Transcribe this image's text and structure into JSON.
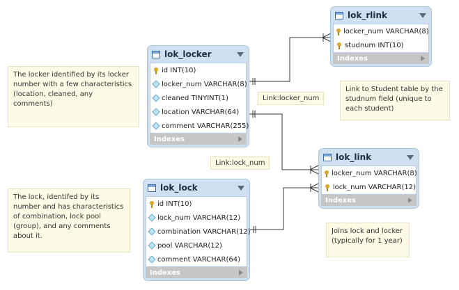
{
  "notes": {
    "locker": "The locker identified by its locker number with a few characteristics (location, cleaned, any comments)",
    "lock": "The lock, identifed by its number and has characteristics of combination, lock pool (group), and any comments about it.",
    "rlink": "Link to Student table by the studnum field (unique to each student)",
    "link": "Joins lock and locker (typically for 1 year)"
  },
  "labels": {
    "locker_num": "Link:locker_num",
    "lock_num": "Link:lock_num"
  },
  "tables": {
    "lok_locker": {
      "name": "lok_locker",
      "columns": [
        {
          "text": "id INT(10)",
          "icon": "key-icon"
        },
        {
          "text": "locker_num VARCHAR(8)",
          "icon": "column-icon"
        },
        {
          "text": "cleaned TINYINT(1)",
          "icon": "column-icon"
        },
        {
          "text": "location VARCHAR(64)",
          "icon": "column-icon"
        },
        {
          "text": "comment VARCHAR(255)",
          "icon": "column-icon"
        }
      ],
      "indexes": "Indexes"
    },
    "lok_lock": {
      "name": "lok_lock",
      "columns": [
        {
          "text": "id INT(10)",
          "icon": "key-icon"
        },
        {
          "text": "lock_num VARCHAR(12)",
          "icon": "column-icon"
        },
        {
          "text": "combination VARCHAR(12)",
          "icon": "column-icon"
        },
        {
          "text": "pool VARCHAR(12)",
          "icon": "column-icon"
        },
        {
          "text": "comment VARCHAR(64)",
          "icon": "column-icon"
        }
      ],
      "indexes": "Indexes"
    },
    "lok_rlink": {
      "name": "lok_rlink",
      "columns": [
        {
          "text": "locker_num VARCHAR(8)",
          "icon": "key-icon"
        },
        {
          "text": "studnum INT(10)",
          "icon": "key-icon"
        }
      ],
      "indexes": "Indexes"
    },
    "lok_link": {
      "name": "lok_link",
      "columns": [
        {
          "text": "locker_num VARCHAR(8)",
          "icon": "key-icon"
        },
        {
          "text": "lock_num VARCHAR(12)",
          "icon": "key-icon"
        }
      ],
      "indexes": "Indexes"
    }
  },
  "colors": {
    "table_header": "#cfe0f0",
    "note_bg": "#fdfbe6",
    "indexes_bar": "#c6c6c6",
    "connector": "#333333"
  }
}
